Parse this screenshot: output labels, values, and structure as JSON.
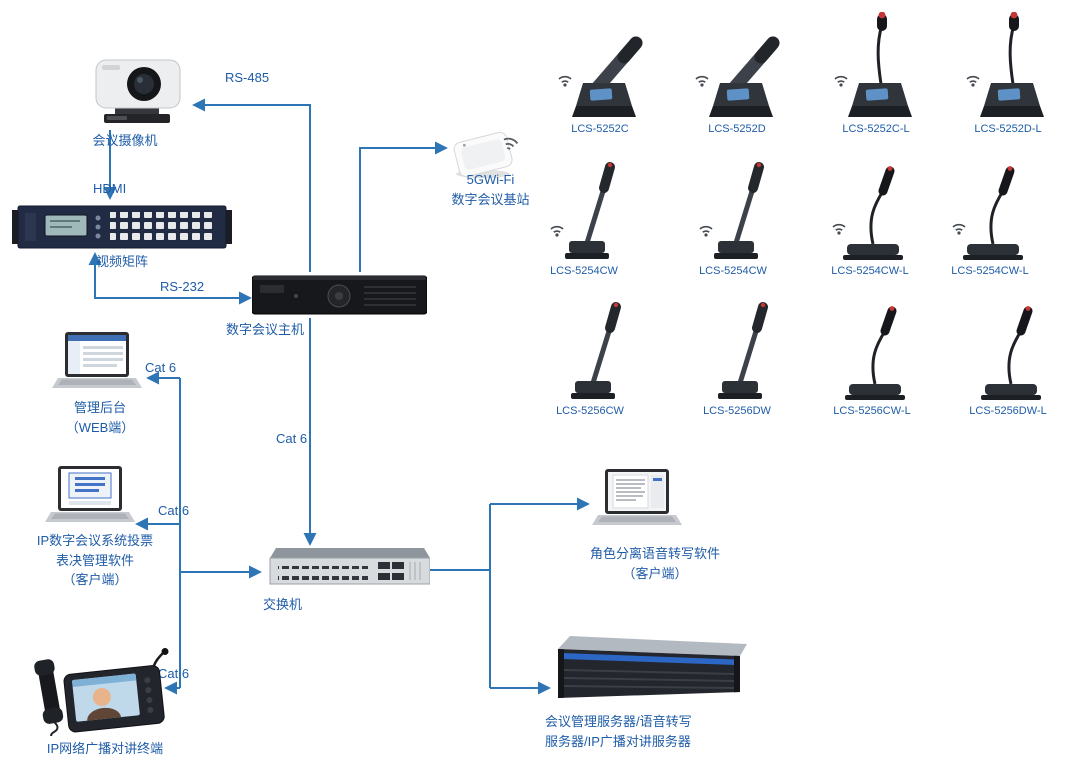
{
  "colors": {
    "accent": "#2E75B6",
    "label": "#1F5CA8",
    "mic_red": "#C63636"
  },
  "connections": {
    "rs485": "RS-485",
    "hdmi": "HDMI",
    "rs232": "RS-232",
    "cat6_admin": "Cat 6",
    "cat6_voting": "Cat 6",
    "cat6_host_switch": "Cat 6",
    "cat6_intercom": "Cat 6"
  },
  "devices": {
    "camera": {
      "label": "会议摄像机",
      "icon": "ptz-camera"
    },
    "video_matrix": {
      "label": "视频矩阵",
      "icon": "video-matrix"
    },
    "conference_host": {
      "label": "数字会议主机",
      "icon": "rack-host"
    },
    "wifi_base": {
      "label": "5GWi-Fi\n数字会议基站",
      "icon": "wifi-access-point"
    },
    "admin_laptop": {
      "label": "管理后台\n（WEB端）",
      "icon": "laptop"
    },
    "voting_laptop": {
      "label": "IP数字会议系统投票\n表决管理软件\n（客户端）",
      "icon": "laptop"
    },
    "intercom_terminal": {
      "label": "IP网络广播对讲终端",
      "icon": "intercom-terminal"
    },
    "network_switch": {
      "label": "交换机",
      "icon": "network-switch"
    },
    "transcription_laptop": {
      "label": "角色分离语音转写软件\n（客户端）",
      "icon": "laptop"
    },
    "server": {
      "label": "会议管理服务器/语音转写\n服务器/IP广播对讲服务器",
      "icon": "rack-server"
    }
  },
  "microphones": [
    {
      "model": "LCS-5252C",
      "icon": "wireless-bar-mic"
    },
    {
      "model": "LCS-5252D",
      "icon": "wireless-bar-mic"
    },
    {
      "model": "LCS-5252C-L",
      "icon": "wireless-gooseneck-screen-mic"
    },
    {
      "model": "LCS-5252D-L",
      "icon": "wireless-gooseneck-screen-mic"
    },
    {
      "model": "LCS-5254CW",
      "icon": "wireless-rod-mic"
    },
    {
      "model": "LCS-5254CW",
      "icon": "wireless-rod-mic"
    },
    {
      "model": "LCS-5254CW-L",
      "icon": "wireless-gooseneck-mic"
    },
    {
      "model": "LCS-5254CW-L",
      "icon": "wireless-gooseneck-mic"
    },
    {
      "model": "LCS-5256CW",
      "icon": "rod-mic"
    },
    {
      "model": "LCS-5256DW",
      "icon": "rod-mic"
    },
    {
      "model": "LCS-5256CW-L",
      "icon": "gooseneck-mic"
    },
    {
      "model": "LCS-5256DW-L",
      "icon": "gooseneck-mic"
    }
  ]
}
